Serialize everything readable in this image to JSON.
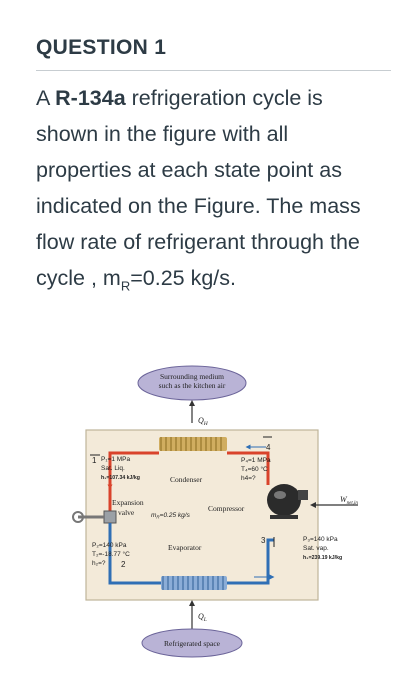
{
  "question": {
    "heading": "QUESTION 1",
    "intro_a": "A ",
    "refrigerant": "R-134a",
    "intro_b": " refrigeration cycle is shown in the figure with all properties at each state point as indicated on the Figure. The mass flow rate of refrigerant through the cycle , m",
    "mass_subscript": "R",
    "mass_value": "=0.25 kg/s."
  },
  "figure": {
    "surrounding_line1": "Surrounding medium",
    "surrounding_line2": "such as the kitchen air",
    "qh_label": "Q",
    "qh_sub": "H",
    "condenser_label": "Condenser",
    "compressor_label": "Compressor",
    "expansion_line1": "Expansion",
    "expansion_line2": "valve",
    "evaporator_label": "Evaporator",
    "ql_label": "Q",
    "ql_sub": "L",
    "refrigerated_label": "Refrigerated space",
    "w_label": "W",
    "w_sub": "net,in",
    "flow_rate": "m",
    "flow_rate_sub": "R",
    "flow_rate_value": "=0.25 kg/s",
    "state1": {
      "number": "1",
      "line1": "P₁=1 MPa",
      "line2": "Sat. Liq.",
      "line3": "h₁=107.34 kJ/kg"
    },
    "state2": {
      "number": "2",
      "line1": "P₂=140 kPa",
      "line2": "T₂=-18.77 °C",
      "line3": "h₂=?"
    },
    "state3": {
      "number": "3",
      "line1": "P₃=140 kPa",
      "line2": "Sat. vap.",
      "line3": "h₃=239.19 kJ/kg"
    },
    "state4": {
      "number": "4",
      "line1": "P₄=1 MPa",
      "line2": "T₄=60 °C",
      "line3": "h4=?"
    }
  },
  "colors": {
    "text": "#2d3b45",
    "box_fill": "#f3ead9",
    "pipe_hot": "#d9432b",
    "pipe_cold": "#2f6fb5",
    "cloud_fill": "#b9b3d6",
    "coil": "#c9a24a"
  }
}
